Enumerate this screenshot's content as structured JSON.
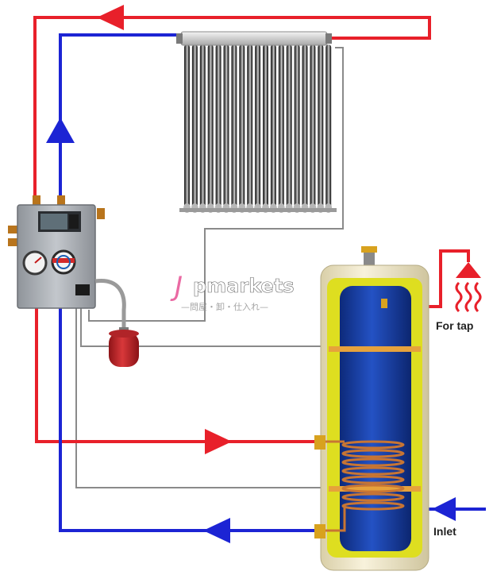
{
  "labels": {
    "for_tap": "For tap",
    "inlet": "Inlet"
  },
  "watermark": {
    "brand_j": "J",
    "brand_rest": "pmarkets",
    "subtitle": "—問屋・卸・仕入れ—"
  },
  "colors": {
    "hot_pipe": "#e8202a",
    "cold_pipe": "#1c24d4",
    "sensor_wire": "#8a8a8a",
    "tank_jacket": "#dede20",
    "tank_inner": "#1a3fa8",
    "tank_shell": "#efe6c8",
    "controller": "#a9adb3",
    "expansion_vessel": "#c4262a",
    "coil": "#c87533",
    "watermark_pink": "#e85a9a"
  }
}
